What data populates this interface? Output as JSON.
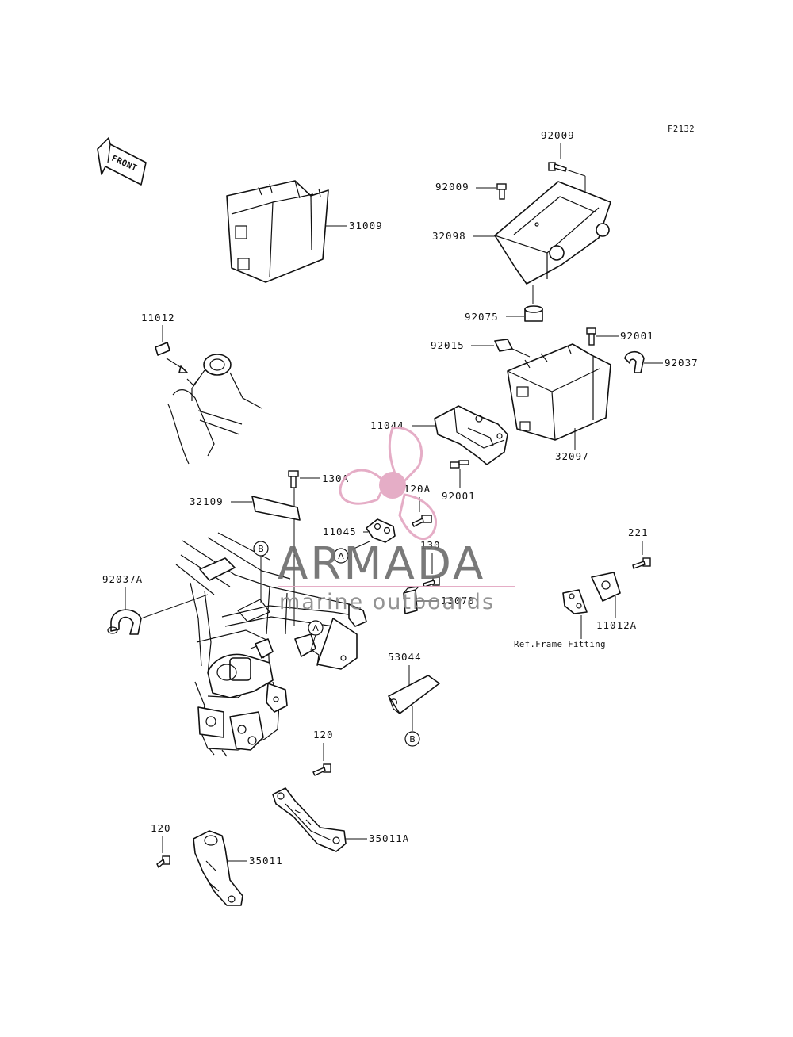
{
  "figure_code": "F2132",
  "front_arrow_label": "FRONT",
  "watermark": {
    "brand": "ARMADA",
    "tagline": "marine outboards",
    "accent_color": "#e3a7c2",
    "text_color": "#6e6e6e"
  },
  "callout_letters": {
    "a": "A",
    "b": "B"
  },
  "part_labels": {
    "p92009_top": "92009",
    "p92009_left": "92009",
    "p32098": "32098",
    "p92075": "92075",
    "p92001_upper": "92001",
    "p92015": "92015",
    "p92037": "92037",
    "p32097": "32097",
    "p31009": "31009",
    "p11012": "11012",
    "p11044": "11044",
    "p92001_lower": "92001",
    "p130A": "130A",
    "p32109": "32109",
    "p120A": "120A",
    "p11045": "11045",
    "p130": "130",
    "p13070": "13070",
    "p92037A": "92037A",
    "p221": "221",
    "p11012A": "11012A",
    "ref_frame_fitting": "Ref.Frame Fitting",
    "p53044": "53044",
    "p120_mid": "120",
    "p35011A": "35011A",
    "p120_low": "120",
    "p35011": "35011"
  }
}
